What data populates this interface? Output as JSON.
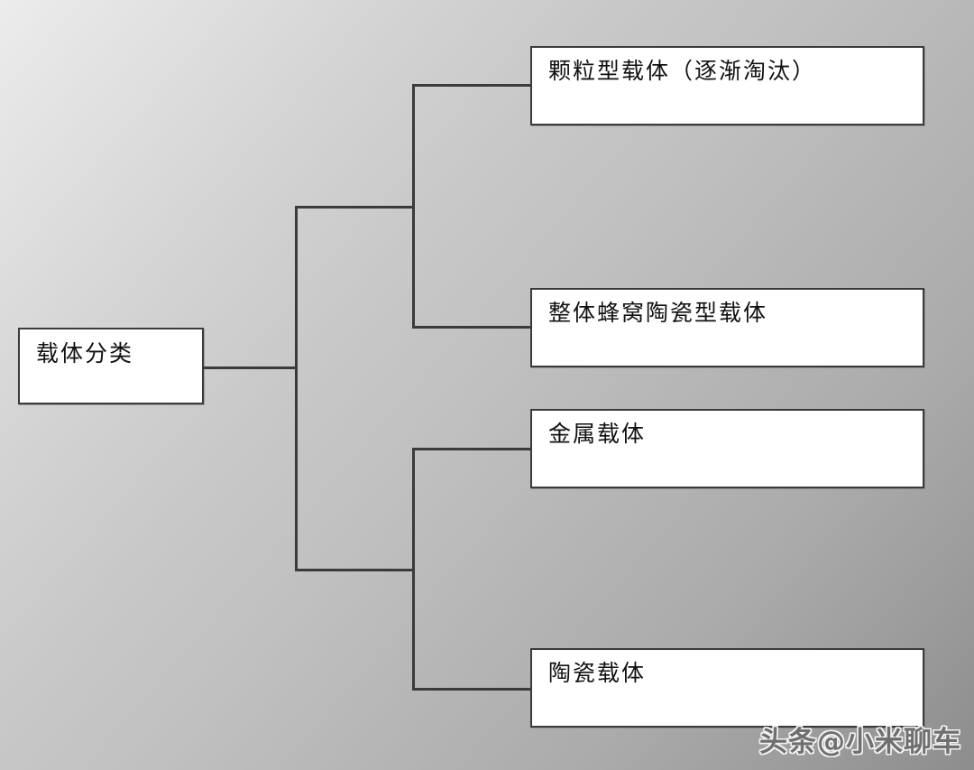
{
  "diagram": {
    "title": "载体分类",
    "type": "tree-diagram",
    "orientation": "left-to-right",
    "root": {
      "label": "载体分类"
    },
    "branches": [
      {
        "group": "upper",
        "children": [
          {
            "label": "颗粒型载体（逐渐淘汰）"
          },
          {
            "label": "整体蜂窝陶瓷型载体"
          }
        ]
      },
      {
        "group": "lower",
        "children": [
          {
            "label": "金属载体"
          },
          {
            "label": "陶瓷载体"
          }
        ]
      }
    ],
    "leaves": [
      {
        "label": "颗粒型载体（逐渐淘汰）"
      },
      {
        "label": "整体蜂窝陶瓷型载体"
      },
      {
        "label": "金属载体"
      },
      {
        "label": "陶瓷载体"
      }
    ]
  },
  "colors": {
    "node_fill": "#ffffff",
    "node_border": "#3a3a3f",
    "connector": "#3a3a3f",
    "text": "#111111",
    "background_light": "#ececec",
    "background_dark": "#8d8d8d",
    "watermark": "#6f6f6f"
  },
  "watermark": {
    "text": "头条@小米聊车"
  }
}
